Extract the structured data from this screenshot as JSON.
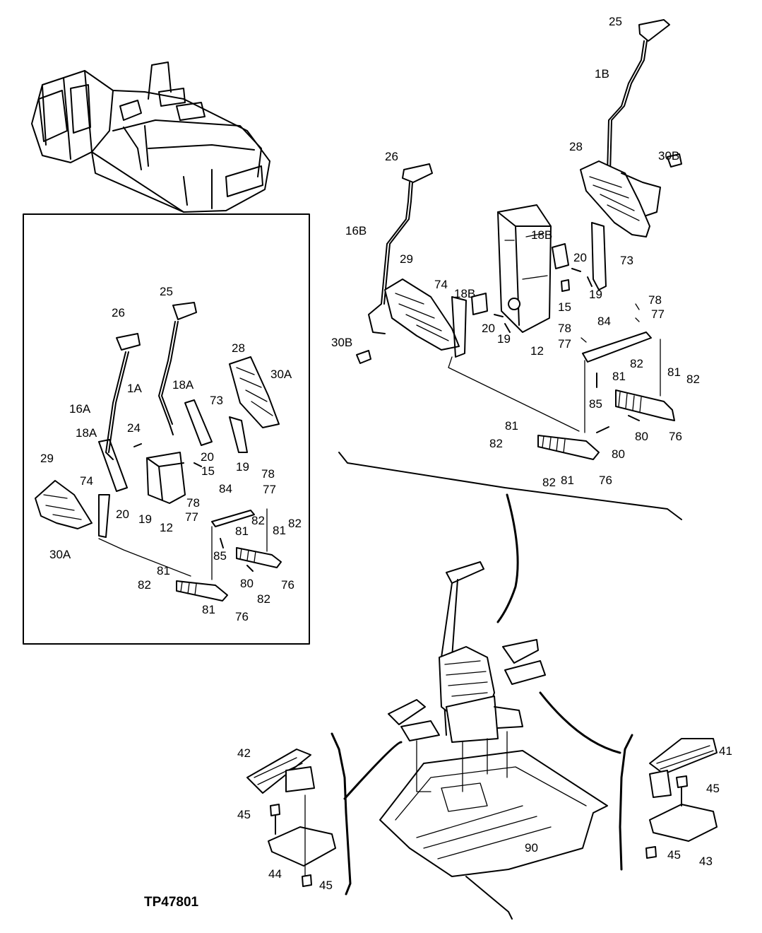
{
  "figure_code": "TP47801",
  "callouts": {
    "top": [
      "25",
      "1B",
      "28",
      "30B",
      "26",
      "16B",
      "29",
      "18B",
      "18B",
      "20",
      "73",
      "74",
      "15",
      "19",
      "20",
      "19",
      "30B",
      "12",
      "78",
      "77",
      "78",
      "77",
      "84",
      "81",
      "82",
      "81",
      "82",
      "85",
      "80",
      "76",
      "81",
      "82",
      "80",
      "82",
      "81",
      "76"
    ],
    "inset": [
      "25",
      "26",
      "28",
      "30A",
      "1A",
      "18A",
      "16A",
      "73",
      "24",
      "18A",
      "20",
      "15",
      "19",
      "29",
      "74",
      "78",
      "77",
      "84",
      "20",
      "19",
      "12",
      "78",
      "77",
      "81",
      "82",
      "81",
      "82",
      "85",
      "30A",
      "80",
      "76",
      "81",
      "82",
      "82",
      "81",
      "76"
    ],
    "bottom": [
      "42",
      "45",
      "44",
      "45",
      "90",
      "41",
      "45",
      "45",
      "43"
    ]
  }
}
